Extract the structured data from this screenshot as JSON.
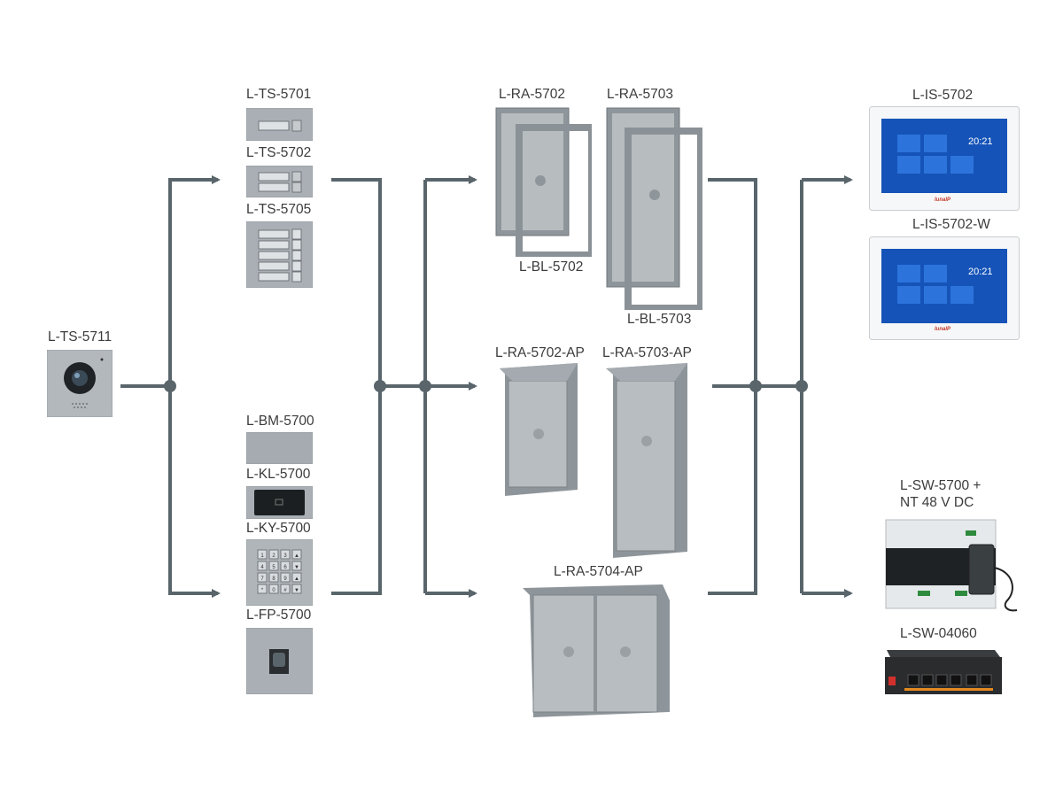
{
  "colors": {
    "connector": "#59656b",
    "panel": "#a9afb4",
    "panel_dark": "#8e959a",
    "box": "#9a9fa4",
    "screen": "#1553b8"
  },
  "labels": {
    "ts5711": "L-TS-5711",
    "ts5701": "L-TS-5701",
    "ts5702": "L-TS-5702",
    "ts5705": "L-TS-5705",
    "bm5700": "L-BM-5700",
    "kl5700": "L-KL-5700",
    "ky5700": "L-KY-5700",
    "fp5700": "L-FP-5700",
    "ra5702": "L-RA-5702",
    "ra5703": "L-RA-5703",
    "bl5702": "L-BL-5702",
    "bl5703": "L-BL-5703",
    "ra5702ap": "L-RA-5702-AP",
    "ra5703ap": "L-RA-5703-AP",
    "ra5704ap": "L-RA-5704-AP",
    "is5702": "L-IS-5702",
    "is5702w": "L-IS-5702-W",
    "sw5700_line1": "L-SW-5700 +",
    "sw5700_line2": "NT 48 V DC",
    "sw04060": "L-SW-04060"
  },
  "monitor": {
    "clock": "20:21",
    "brand": "lunaIP"
  },
  "keypad_keys": [
    "1",
    "2",
    "3",
    "▲",
    "4",
    "5",
    "6",
    "▼",
    "7",
    "8",
    "9",
    "▲",
    "*",
    "0",
    "#",
    "▼"
  ]
}
